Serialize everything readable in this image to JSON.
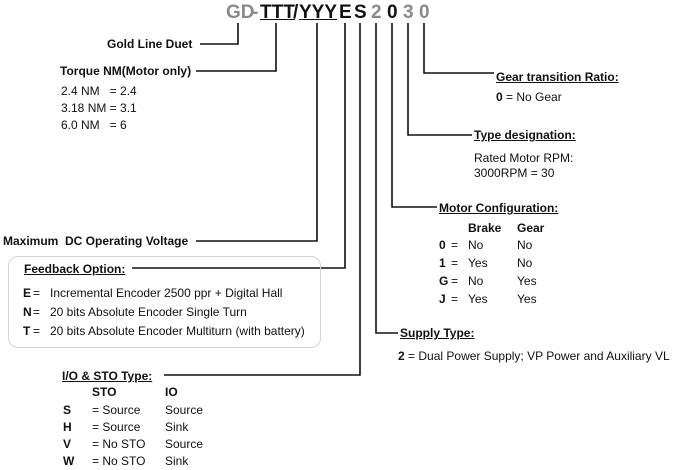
{
  "code": {
    "gd": "GD",
    "dash": "-",
    "ttt": "TTT",
    "slash": "/",
    "yyy": "YYY",
    "e": "E",
    "s": "S",
    "d2": "2",
    "d0a": "0",
    "d3": "3",
    "d0b": "0"
  },
  "gold_line": "Gold Line Duet",
  "torque": {
    "title": "Torque NM(Motor only)",
    "rows": [
      "2.4 NM   = 2.4",
      "3.18 NM = 3.1",
      "6.0 NM   = 6"
    ]
  },
  "voltage": "Maximum  DC Operating Voltage",
  "feedback": {
    "title": "Feedback Option:",
    "rows": [
      {
        "key": "E",
        "eq": "=",
        "text": "Incremental Encoder 2500 ppr + Digital Hall"
      },
      {
        "key": "N",
        "eq": "=",
        "text": "20 bits Absolute Encoder Single Turn"
      },
      {
        "key": "T",
        "eq": "=",
        "text": "20 bits Absolute Encoder Multiturn (with battery)"
      }
    ]
  },
  "io": {
    "title": "I/O & STO Type:",
    "col_sto": "STO",
    "col_io": "IO",
    "rows": [
      {
        "key": "S",
        "sto": "= Source",
        "io": "Source"
      },
      {
        "key": "H",
        "sto": "= Source",
        "io": "Sink"
      },
      {
        "key": "V",
        "sto": "= No STO",
        "io": "Source"
      },
      {
        "key": "W",
        "sto": "= No STO",
        "io": "Sink"
      }
    ]
  },
  "gear": {
    "title": "Gear transition Ratio:",
    "key": "0",
    "text": "= No Gear"
  },
  "type_designation": {
    "title": "Type designation:",
    "line1": "Rated Motor RPM:",
    "line2": "3000RPM = 30"
  },
  "motor_config": {
    "title": "Motor Configuration:",
    "col_brake": "Brake",
    "col_gear": "Gear",
    "rows": [
      {
        "key": "0",
        "eq": "=",
        "brake": "No",
        "gear": "No"
      },
      {
        "key": "1",
        "eq": "=",
        "brake": "Yes",
        "gear": "No"
      },
      {
        "key": "G",
        "eq": "=",
        "brake": "No",
        "gear": "Yes"
      },
      {
        "key": "J",
        "eq": "=",
        "brake": "Yes",
        "gear": "Yes"
      }
    ]
  },
  "supply": {
    "title": "Supply Type:",
    "key": "2",
    "text": "= Dual Power Supply; VP Power and Auxiliary VL"
  }
}
